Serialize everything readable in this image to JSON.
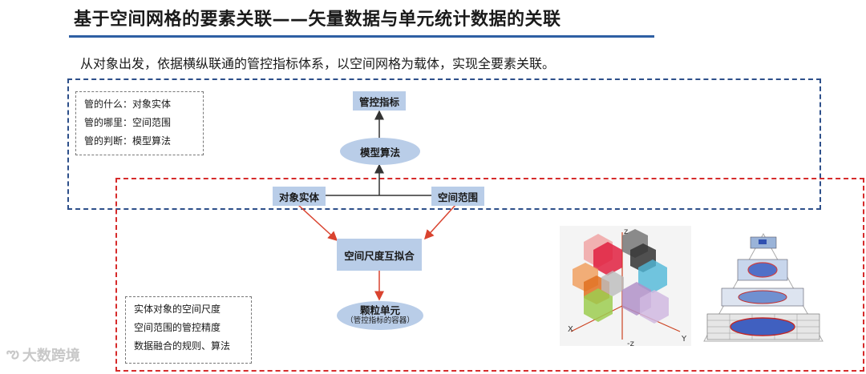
{
  "header": {
    "title": "基于空间网格的要素关联——矢量数据与单元统计数据的关联",
    "subtitle": "从对象出发，依据横纵联通的管控指标体系，以空间网格为载体，实现全要素关联。"
  },
  "notes": {
    "top_left": [
      "管的什么：对象实体",
      "管的哪里：空间范围",
      "管的判断：模型算法"
    ],
    "bottom_left": [
      "实体对象的空间尺度",
      "空间范围的管控精度",
      "数据融合的规则、算法"
    ]
  },
  "diagram": {
    "control_index": "管控指标",
    "model_algorithm": "模型算法",
    "object_entity": "对象实体",
    "spatial_range": "空间范围",
    "scale_fit": "空间尺度互拟合",
    "particle_unit": "颗粒单元",
    "particle_unit_sub": "（管控指标的容器）"
  },
  "figures": {
    "axis_z": "z",
    "axis_neg_z": "-z",
    "axis_x": "X",
    "axis_y": "Y"
  },
  "watermark": "大数跨境",
  "colors": {
    "node_fill": "#b9cde8",
    "blue_frame": "#2d4f8a",
    "red_frame": "#d62b2b",
    "arrow_red": "#d9432f",
    "arrow_dark": "#333333"
  }
}
